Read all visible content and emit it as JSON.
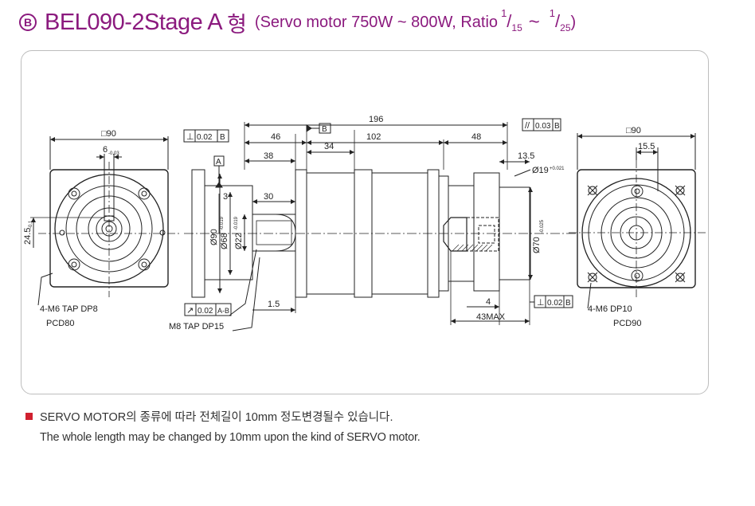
{
  "header": {
    "badge": "B",
    "model": "BEL090-2Stage A",
    "suffix": "형",
    "spec": "(Servo motor 750W ~ 800W, Ratio",
    "ratio_low_num": "1",
    "ratio_low_den": "15",
    "ratio_sep": "~",
    "ratio_high_num": "1",
    "ratio_high_den": "25",
    "close": ")",
    "accent_color": "#8b1a7e"
  },
  "drawing": {
    "left_view": {
      "square": "□90",
      "key_width": "6",
      "key_tol": "-0.03",
      "center_height": "24.5",
      "center_tol": "-0.1",
      "tap": "4-M6 TAP DP8",
      "pcd": "PCD80"
    },
    "side_view": {
      "total_length": "196",
      "len_46": "46",
      "len_102": "102",
      "len_48": "48",
      "len_38": "38",
      "len_34": "34",
      "len_30": "30",
      "len_3": "3",
      "len_1_5": "1.5",
      "len_13_5": "13.5",
      "len_4": "4",
      "len_43max": "43MAX",
      "dia_94": "Ø90",
      "dia_68": "Ø68",
      "dia_68_tol": "-0.019",
      "dia_22": "Ø22",
      "dia_22_tol": "-0.019",
      "dia_19": "Ø19",
      "dia_19_tol": "+0.021",
      "dia_70": "Ø70",
      "dia_70_tol": "-0.025",
      "tap_shaft": "M8 TAP DP15",
      "gdt_perp_b": "0.02",
      "gdt_perp_b_ref": "B",
      "gdt_parallel": "0.03",
      "gdt_parallel_ref": "B",
      "gdt_runout": "0.02",
      "gdt_runout_ref": "A-B",
      "gdt_perp_b2": "0.02",
      "gdt_perp_b2_ref": "B",
      "datum_a": "A",
      "datum_b": "B"
    },
    "right_view": {
      "square": "□90",
      "offset": "15.5",
      "tap": "4-M6  DP10",
      "pcd": "PCD90"
    }
  },
  "notes": {
    "line1": "SERVO MOTOR의 종류에 따라 전체길이 10mm 정도변경될수 있습니다.",
    "line2": "The whole length may be changed by 10mm upon the kind of SERVO motor.",
    "bullet_color": "#d0202f"
  }
}
